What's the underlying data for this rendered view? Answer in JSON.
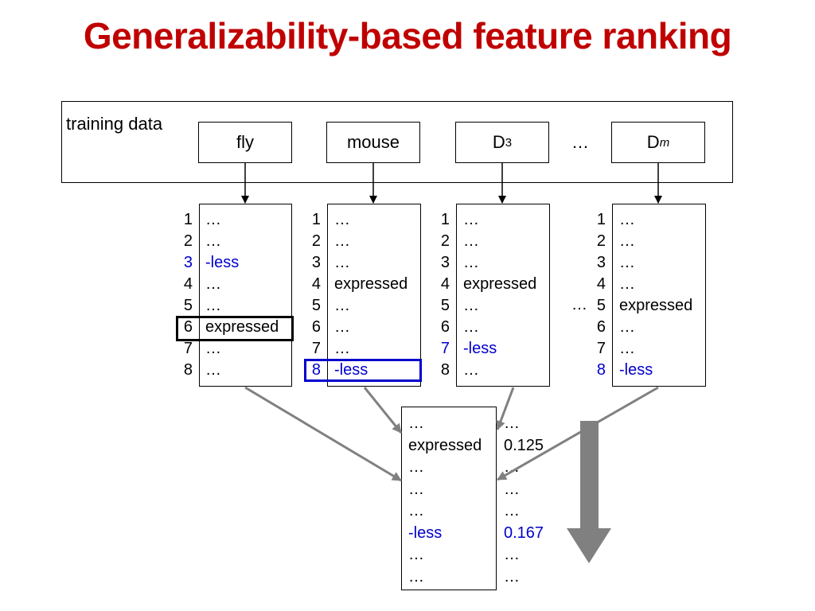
{
  "title": "Generalizability-based feature ranking",
  "training_label": "training data",
  "datasets": [
    {
      "base": "fly",
      "sub": ""
    },
    {
      "base": "mouse",
      "sub": ""
    },
    {
      "base": "D",
      "sub": "3"
    },
    {
      "base": "D",
      "sub": "m"
    }
  ],
  "datasets_ellipsis": "…",
  "rankings": [
    {
      "ranks": [
        "1",
        "2",
        "3",
        "4",
        "5",
        "6",
        "7",
        "8"
      ],
      "items": [
        "…",
        "…",
        "-less",
        "…",
        "…",
        "expressed",
        "…",
        "…"
      ]
    },
    {
      "ranks": [
        "1",
        "2",
        "3",
        "4",
        "5",
        "6",
        "7",
        "8"
      ],
      "items": [
        "…",
        "…",
        "…",
        "expressed",
        "…",
        "…",
        "…",
        "-less"
      ]
    },
    {
      "ranks": [
        "1",
        "2",
        "3",
        "4",
        "5",
        "6",
        "7",
        "8"
      ],
      "items": [
        "…",
        "…",
        "…",
        "expressed",
        "…",
        "…",
        "-less",
        "…"
      ]
    },
    {
      "ranks": [
        "1",
        "2",
        "3",
        "4",
        "5",
        "6",
        "7",
        "8"
      ],
      "items": [
        "…",
        "…",
        "…",
        "…",
        "expressed",
        "…",
        "…",
        "-less"
      ]
    }
  ],
  "rankings_ellipsis": "…",
  "result": {
    "features": [
      "…",
      "expressed",
      "…",
      "…",
      "…",
      "-less",
      "…",
      "…"
    ],
    "scores": [
      "…",
      "0.125",
      "…",
      "…",
      "…",
      "0.167",
      "…",
      "…"
    ]
  },
  "colors": {
    "title": "#c00000",
    "highlight_blue": "#0000cc",
    "arrow_gray": "#808080"
  }
}
